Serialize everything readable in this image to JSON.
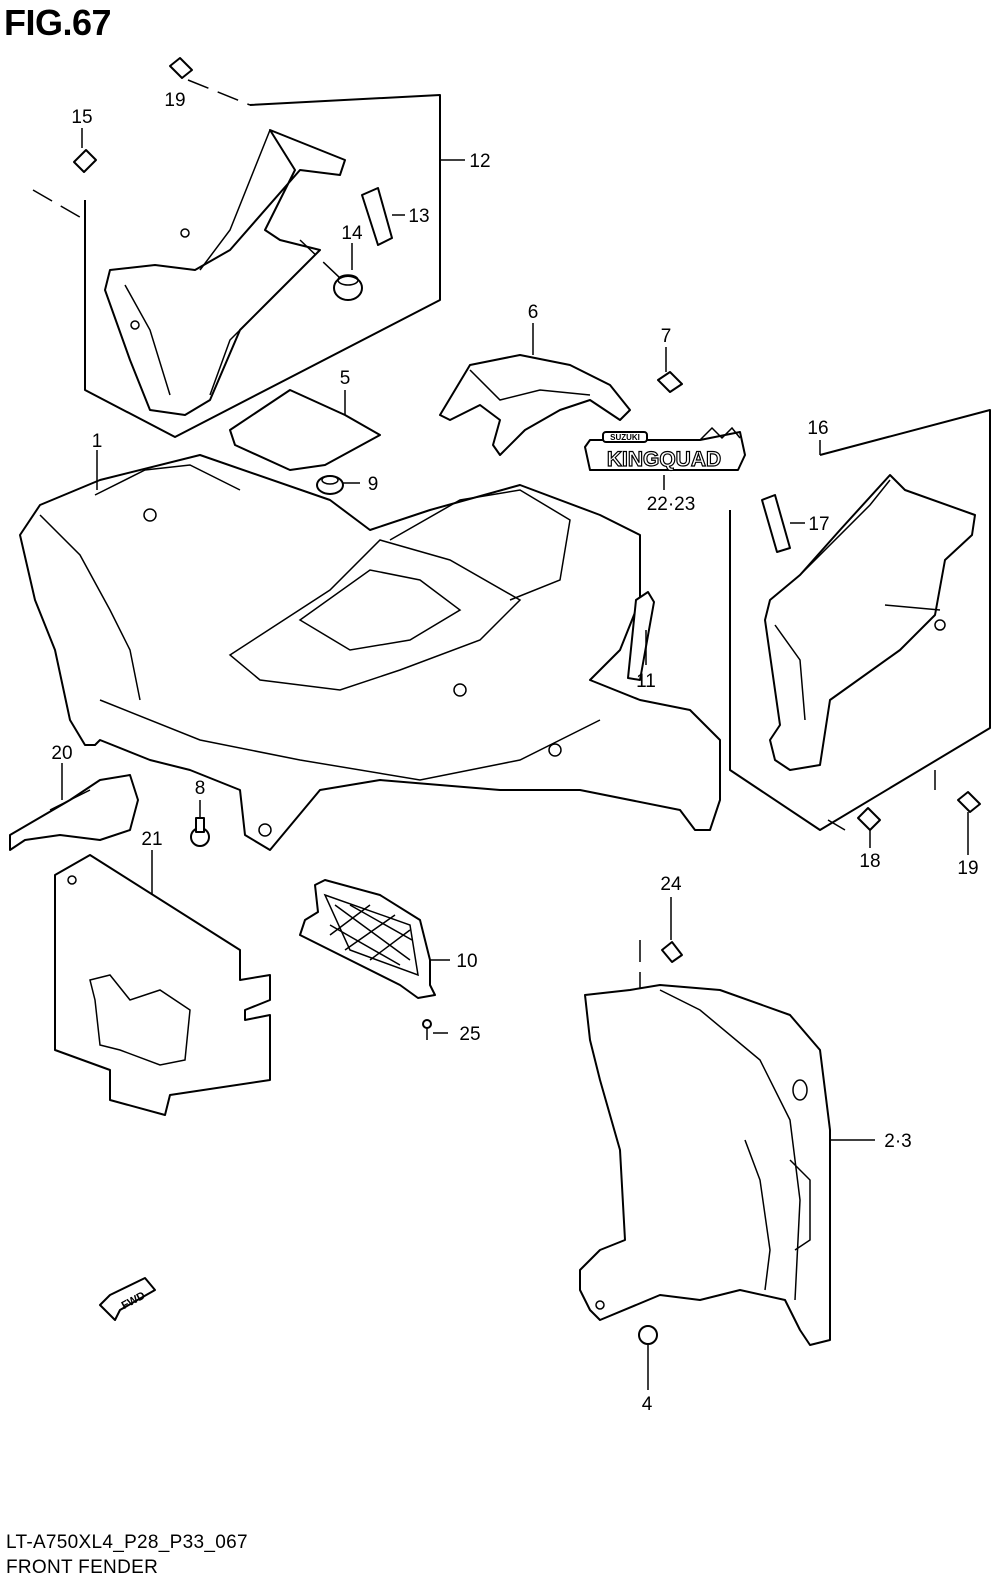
{
  "figure": {
    "title": "FIG.67",
    "drawing_code": "LT-A750XL4_P28_P33_067",
    "subtitle": "FRONT FENDER"
  },
  "logo": {
    "brand": "SUZUKI",
    "model": "KINGQUAD"
  },
  "fwd_marker": "FWD",
  "callouts": {
    "c1": "1",
    "c2_3": "2·3",
    "c4": "4",
    "c5": "5",
    "c6": "6",
    "c7": "7",
    "c8": "8",
    "c9": "9",
    "c10": "10",
    "c11": "11",
    "c12": "12",
    "c13": "13",
    "c14": "14",
    "c15": "15",
    "c16": "16",
    "c17": "17",
    "c18": "18",
    "c19_top": "19",
    "c19_right": "19",
    "c20": "20",
    "c21": "21",
    "c22_23": "22·23",
    "c24": "24",
    "c25": "25"
  }
}
